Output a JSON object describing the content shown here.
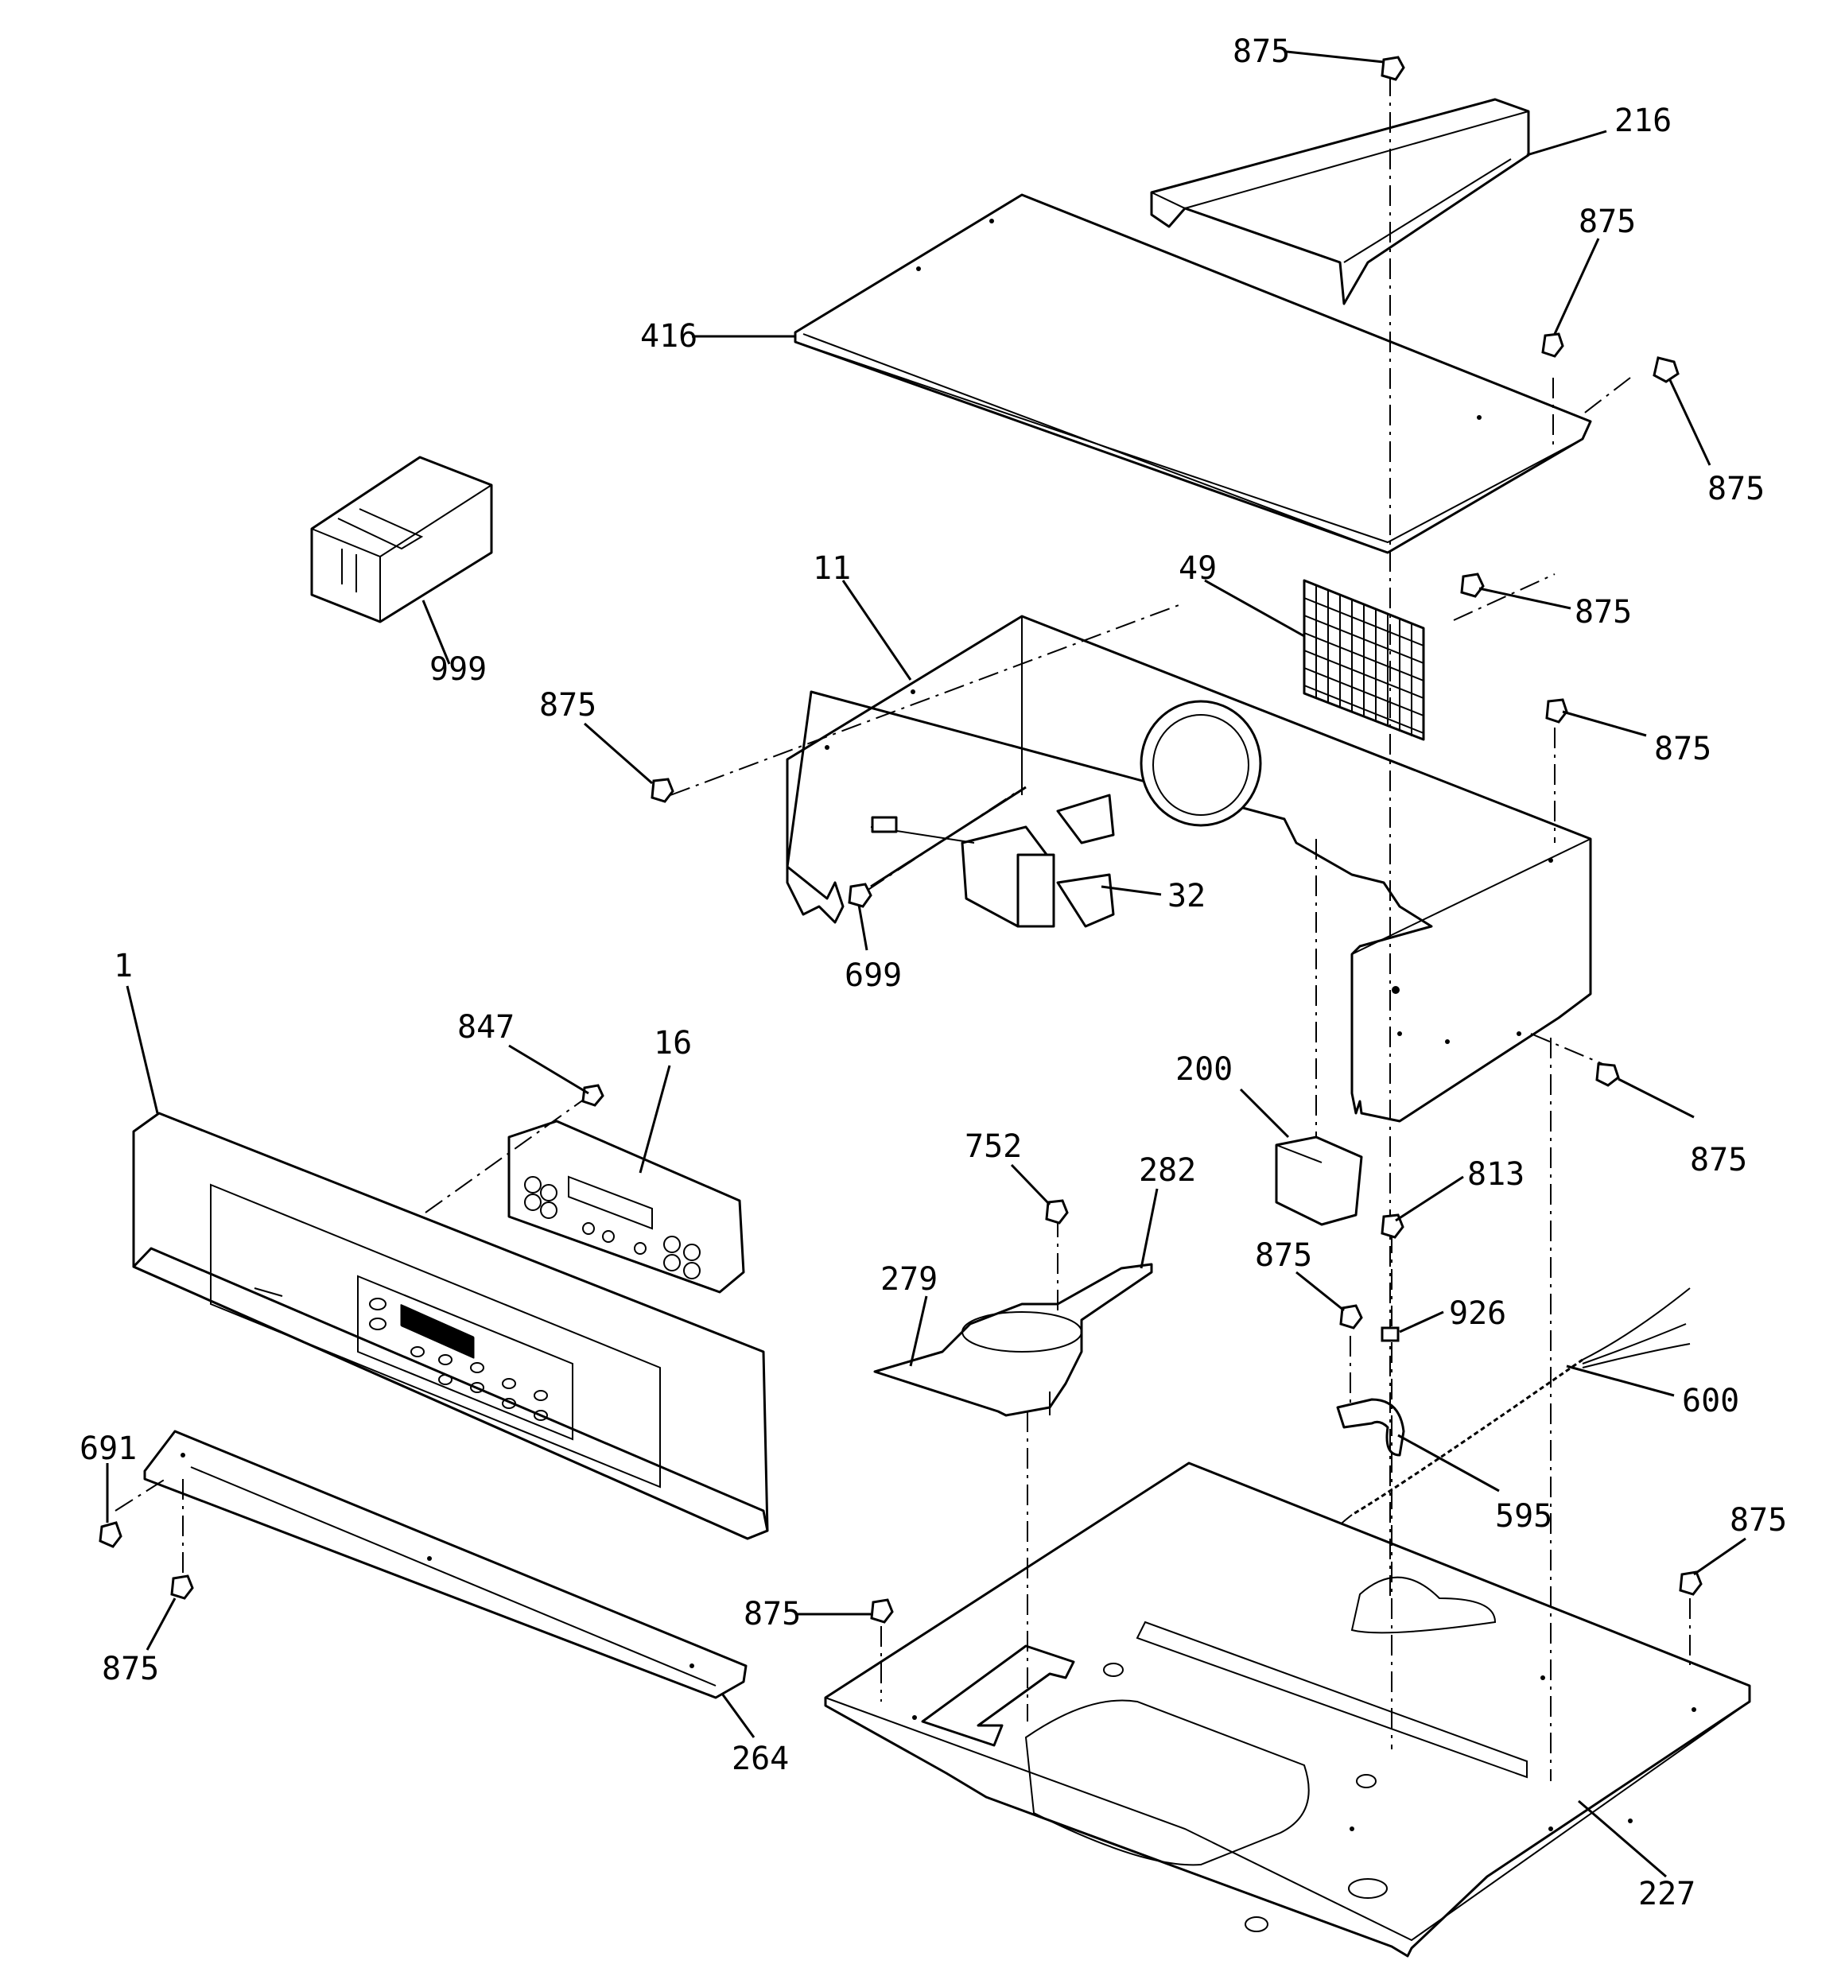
{
  "diagram": {
    "callouts": {
      "c875_top": "875",
      "c216": "216",
      "c875_a": "875",
      "c416": "416",
      "c875_b": "875",
      "c999": "999",
      "c11": "11",
      "c49": "49",
      "c875_c": "875",
      "c875_d": "875",
      "c875_e": "875",
      "c32": "32",
      "c699": "699",
      "c1": "1",
      "c847": "847",
      "c16": "16",
      "c200": "200",
      "c875_f": "875",
      "c752": "752",
      "c282": "282",
      "c813": "813",
      "c875_g": "875",
      "c279": "279",
      "c926": "926",
      "c600": "600",
      "c691": "691",
      "c595": "595",
      "c875_h": "875",
      "c875_i": "875",
      "c875_j": "875",
      "c264": "264",
      "c227": "227"
    }
  }
}
